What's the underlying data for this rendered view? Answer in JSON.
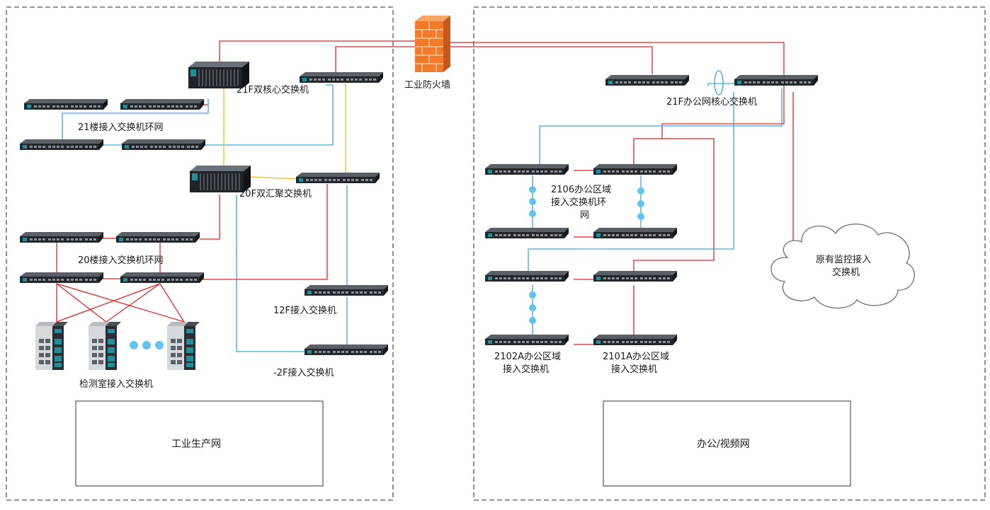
{
  "zones": {
    "left": {
      "label": "工业生产网"
    },
    "right": {
      "label": "办公/视频网"
    }
  },
  "firewall": {
    "label": "工业防火墙",
    "icon": "firewall-icon"
  },
  "left_labels": {
    "core": "21F双核心交换机",
    "ring21": "21楼接入交换机环网",
    "agg20": "20F双汇聚交换机",
    "ring20": "20楼接入交换机环网",
    "sw12f": "12F接入交换机",
    "sw_2f": "-2F接入交换机",
    "lab": "检测室接入交换机"
  },
  "right_labels": {
    "core": "21F办公网核心交换机",
    "area2106_1": "2106办公区域",
    "area2106_2": "接入交换机环",
    "area2106_3": "网",
    "a2102_1": "2102A办公区域",
    "a2102_2": "接入交换机",
    "a2101_1": "2101A办公区域",
    "a2101_2": "接入交换机",
    "cloud_1": "原有监控接入",
    "cloud_2": "交换机"
  },
  "colors": {
    "red_link": "#e8242a",
    "blue_link": "#3aa8e0",
    "yellow_link": "#f5b82e",
    "dashed_border": "#555555",
    "switch_body": "#2b2f33",
    "port_teal": "#1f8f9e"
  }
}
